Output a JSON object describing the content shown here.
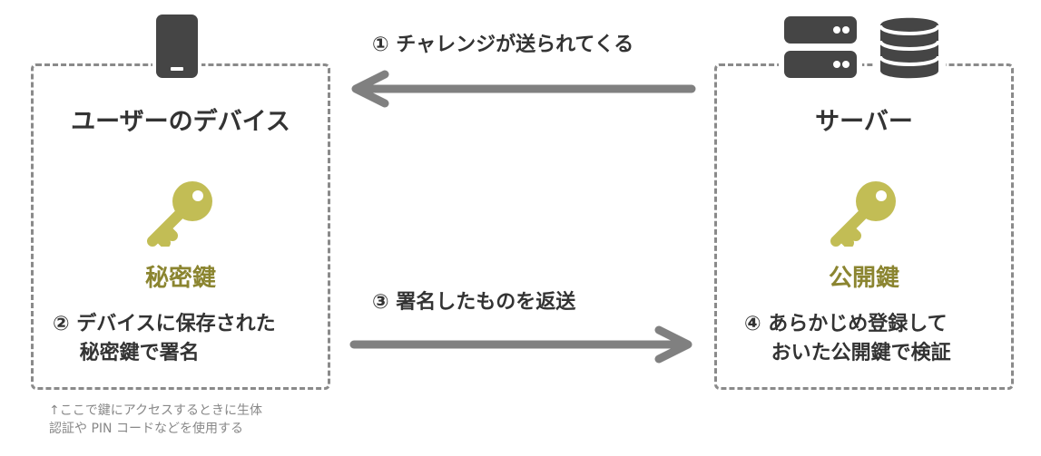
{
  "user": {
    "title": "ユーザーのデバイス",
    "key_name": "秘密鍵",
    "step_lines": [
      "② デバイスに保存された",
      "　 秘密鍵で署名"
    ]
  },
  "server": {
    "title": "サーバー",
    "key_name": "公開鍵",
    "step_lines": [
      "④ あらかじめ登録して",
      "　 おいた公開鍵で検証"
    ]
  },
  "arrows": {
    "challenge_label": "① チャレンジが送られてくる",
    "return_label": "③ 署名したものを返送"
  },
  "note_lines": [
    "↑ここで鍵にアクセスするときに生体",
    "認証や PIN コードなどを使用する"
  ],
  "icons": {
    "device": "smartphone-icon",
    "server": "server-rack-icon",
    "database": "database-icon",
    "key": "key-icon"
  },
  "colors": {
    "key": "#c2bd55",
    "key_label": "#8b8530",
    "arrow": "#808080",
    "dashed_border": "#8a8a8a",
    "icon_dark": "#454545"
  }
}
